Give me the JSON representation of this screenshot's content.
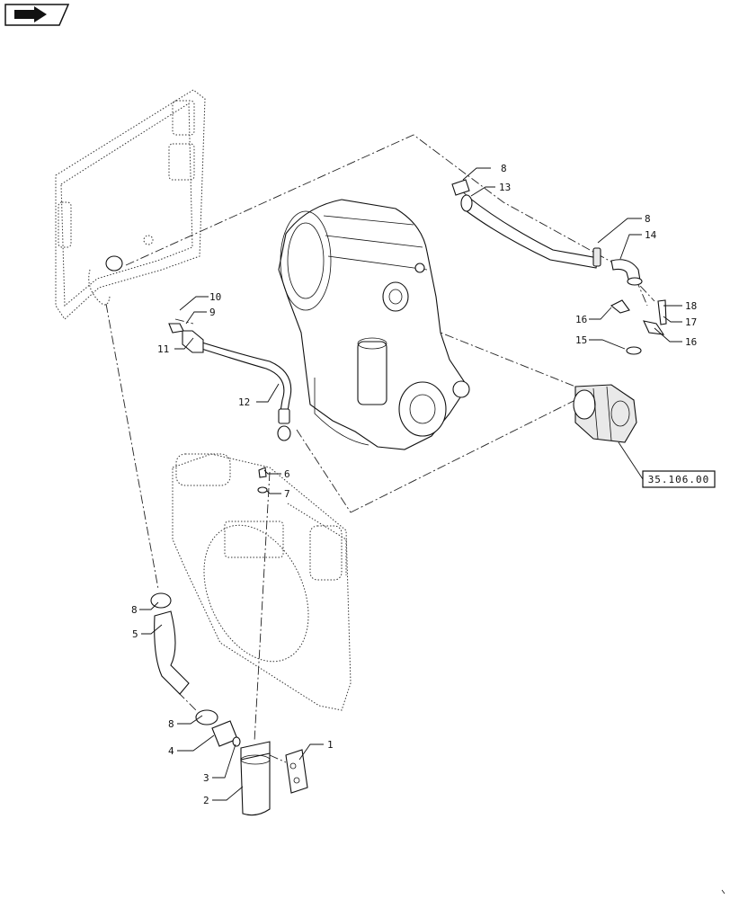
{
  "nav": {
    "icon": "return-arrow-icon"
  },
  "callouts": {
    "c1": "1",
    "c2": "2",
    "c3": "3",
    "c4": "4",
    "c5": "5",
    "c6": "6",
    "c7": "7",
    "c8a": "8",
    "c8b": "8",
    "c8c": "8",
    "c8d": "8",
    "c9": "9",
    "c10": "10",
    "c11": "11",
    "c12": "12",
    "c13": "13",
    "c14": "14",
    "c15": "15",
    "c16a": "16",
    "c16b": "16",
    "c17": "17",
    "c18": "18"
  },
  "reference": {
    "label": "35.106.00"
  },
  "colors": {
    "line": "#111111",
    "background": "#ffffff"
  }
}
